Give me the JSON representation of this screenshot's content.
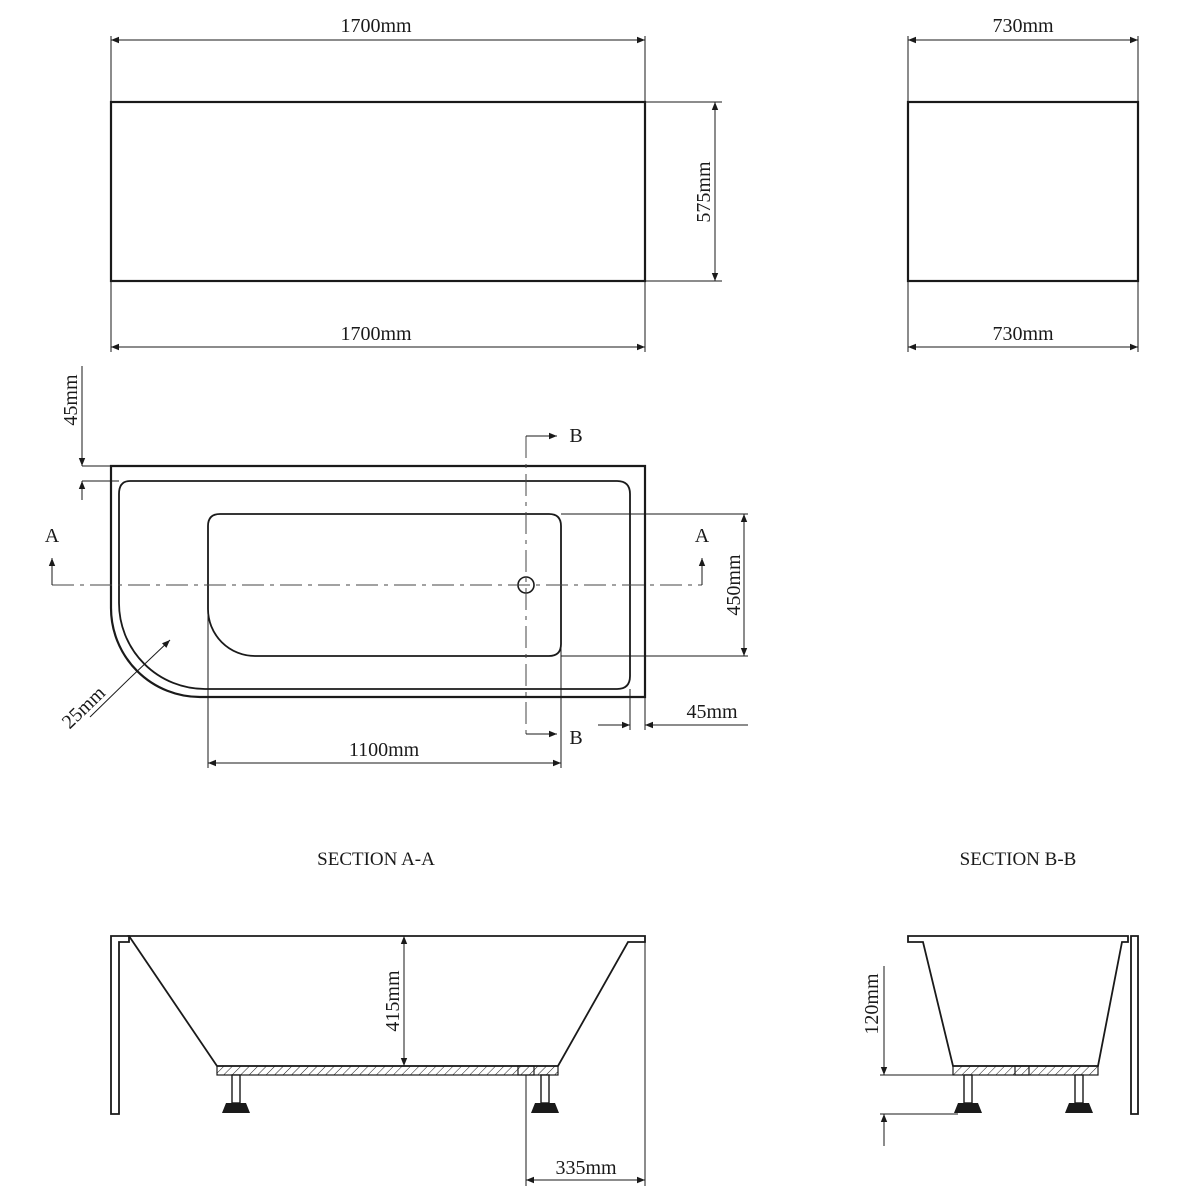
{
  "dimensions": {
    "front_top_length": "1700mm",
    "front_bottom_length": "1700mm",
    "front_height": "575mm",
    "side_top_width": "730mm",
    "side_bottom_width": "730mm",
    "rim_left": "45mm",
    "bowl_width": "450mm",
    "corner_radius": "25mm",
    "rim_right": "45mm",
    "bowl_length": "1100mm",
    "section_a_depth": "415mm",
    "section_a_offset": "335mm",
    "section_b_height": "120mm"
  },
  "markers": {
    "a_left": "A",
    "a_right": "A",
    "b_top": "B",
    "b_bottom": "B"
  },
  "titles": {
    "section_a": "SECTION A-A",
    "section_b": "SECTION B-B"
  }
}
